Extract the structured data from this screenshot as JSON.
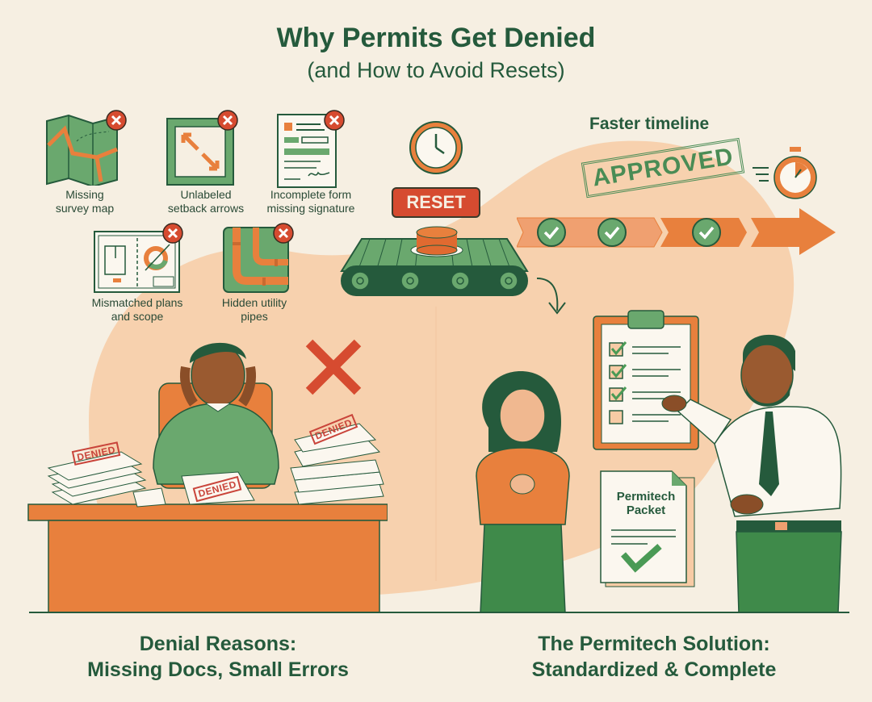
{
  "header": {
    "title": "Why Permits Get Denied",
    "subtitle": "(and How to Avoid Resets)"
  },
  "denial_icons": [
    {
      "icon": "survey-map-icon",
      "label_line1": "Missing",
      "label_line2": "survey map",
      "status": "x-mark"
    },
    {
      "icon": "setback-arrows-icon",
      "label_line1": "Unlabeled",
      "label_line2": "setback arrows",
      "status": "x-mark"
    },
    {
      "icon": "form-signature-icon",
      "label_line1": "Incomplete form",
      "label_line2": "missing signature",
      "status": "x-mark"
    },
    {
      "icon": "floor-plan-icon",
      "label_line1": "Mismatched plans",
      "label_line2": "and scope",
      "status": "x-mark"
    },
    {
      "icon": "utility-pipes-icon",
      "label_line1": "Hidden utility",
      "label_line2": "pipes",
      "status": "x-mark"
    }
  ],
  "reset_section": {
    "clock_icon": "clock-icon",
    "reset_label": "RESET",
    "conveyor_icon": "conveyor-belt-icon"
  },
  "timeline": {
    "heading": "Faster timeline",
    "stamp": "APPROVED",
    "steps_checked": 3,
    "stopwatch_icon": "stopwatch-icon"
  },
  "left_scene": {
    "stamp_text": "DENIED",
    "caption_line1": "Denial Reasons:",
    "caption_line2": "Missing Docs, Small Errors"
  },
  "right_scene": {
    "packet_line1": "Permitech",
    "packet_line2": "Packet",
    "checklist_items_checked": 3,
    "checklist_items_total": 4,
    "caption_line1": "The Permitech Solution:",
    "caption_line2": "Standardized & Complete"
  },
  "colors": {
    "background": "#f6efe2",
    "peach": "#f7cba5",
    "orange": "#e8803d",
    "green": "#5e9e64",
    "dark_green": "#255a3c",
    "red": "#d64b30"
  }
}
